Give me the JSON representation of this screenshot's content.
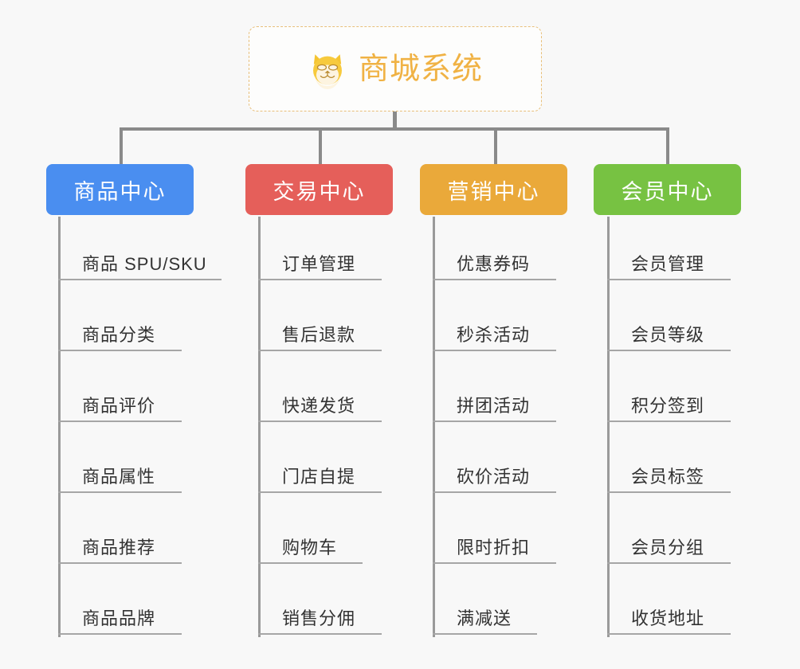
{
  "page": {
    "background_color": "#f8f8f8",
    "title": "商城系统"
  },
  "root": {
    "label": "商城系统",
    "icon": "shiba-dog-face-icon",
    "text_color": "#f0b244",
    "border_color": "#e8bf7a"
  },
  "columns": [
    {
      "id": "product-center",
      "header": "商品中心",
      "color": "#4a8ef0",
      "items": [
        "商品 SPU/SKU",
        "商品分类",
        "商品评价",
        "商品属性",
        "商品推荐",
        "商品品牌"
      ]
    },
    {
      "id": "trade-center",
      "header": "交易中心",
      "color": "#e55f5a",
      "items": [
        "订单管理",
        "售后退款",
        "快递发货",
        "门店自提",
        "购物车",
        "销售分佣"
      ]
    },
    {
      "id": "marketing-center",
      "header": "营销中心",
      "color": "#eaa93a",
      "items": [
        "优惠券码",
        "秒杀活动",
        "拼团活动",
        "砍价活动",
        "限时折扣",
        "满减送"
      ]
    },
    {
      "id": "member-center",
      "header": "会员中心",
      "color": "#77c242",
      "items": [
        "会员管理",
        "会员等级",
        "积分签到",
        "会员标签",
        "会员分组",
        "收货地址"
      ]
    }
  ],
  "connector": {
    "line_color": "#8a8a8a",
    "trunk_color": "#9a9a9a",
    "rule_color": "#a6a6a6"
  }
}
